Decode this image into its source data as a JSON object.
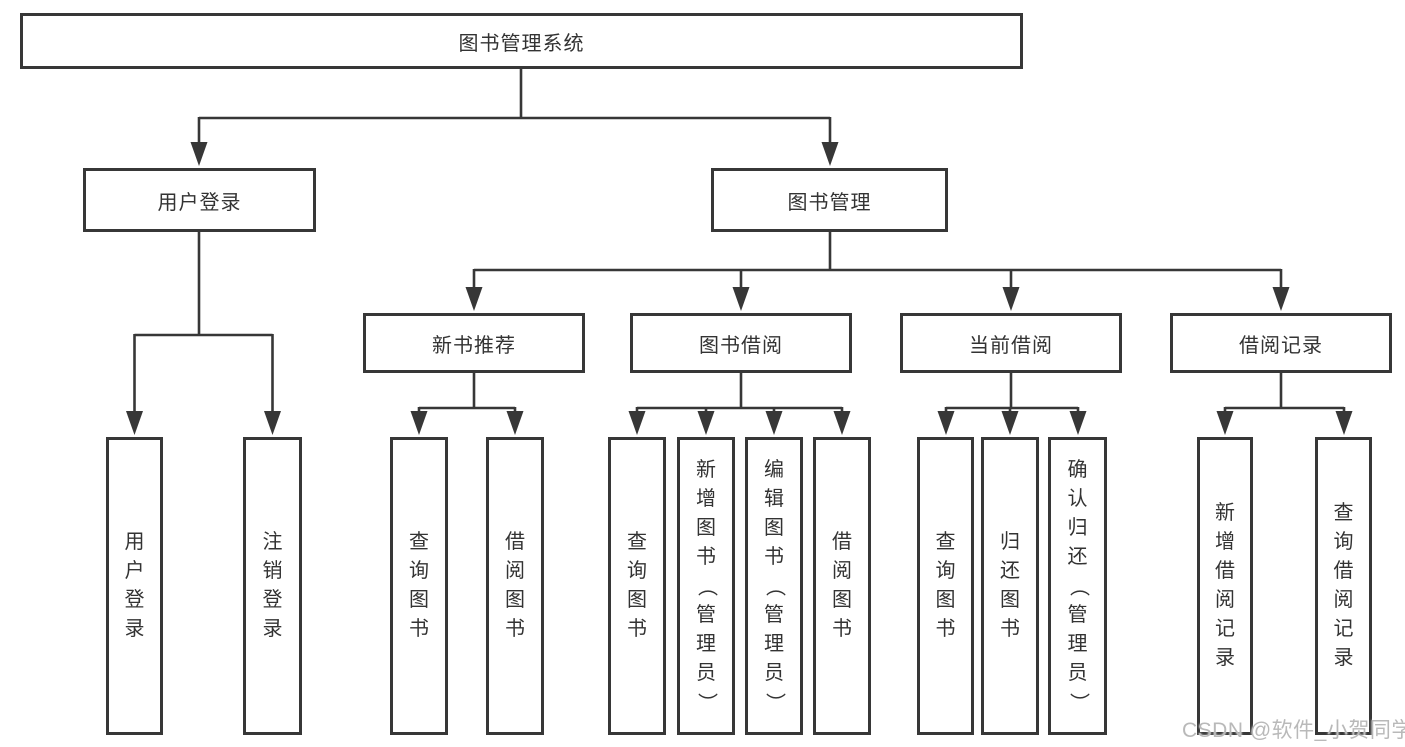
{
  "colors": {
    "line": "#373737",
    "text": "#333333",
    "watermark": "#b9b9b9",
    "background": "#ffffff"
  },
  "watermark": {
    "text": "CSDN @软件_小贺同学"
  },
  "tree": {
    "root": {
      "label": "图书管理系统"
    },
    "branches": [
      {
        "label": "用户登录",
        "children": [
          {
            "label": "用户登录"
          },
          {
            "label": "注销登录"
          }
        ]
      },
      {
        "label": "图书管理",
        "children": [
          {
            "label": "新书推荐",
            "children": [
              {
                "label": "查询图书"
              },
              {
                "label": "借阅图书"
              }
            ]
          },
          {
            "label": "图书借阅",
            "children": [
              {
                "label": "查询图书"
              },
              {
                "label": "新增图书（管理员）"
              },
              {
                "label": "编辑图书（管理员）"
              },
              {
                "label": "借阅图书"
              }
            ]
          },
          {
            "label": "当前借阅",
            "children": [
              {
                "label": "查询图书"
              },
              {
                "label": "归还图书"
              },
              {
                "label": "确认归还（管理员）"
              }
            ]
          },
          {
            "label": "借阅记录",
            "children": [
              {
                "label": "新增借阅记录"
              },
              {
                "label": "查询借阅记录"
              }
            ]
          }
        ]
      }
    ]
  }
}
